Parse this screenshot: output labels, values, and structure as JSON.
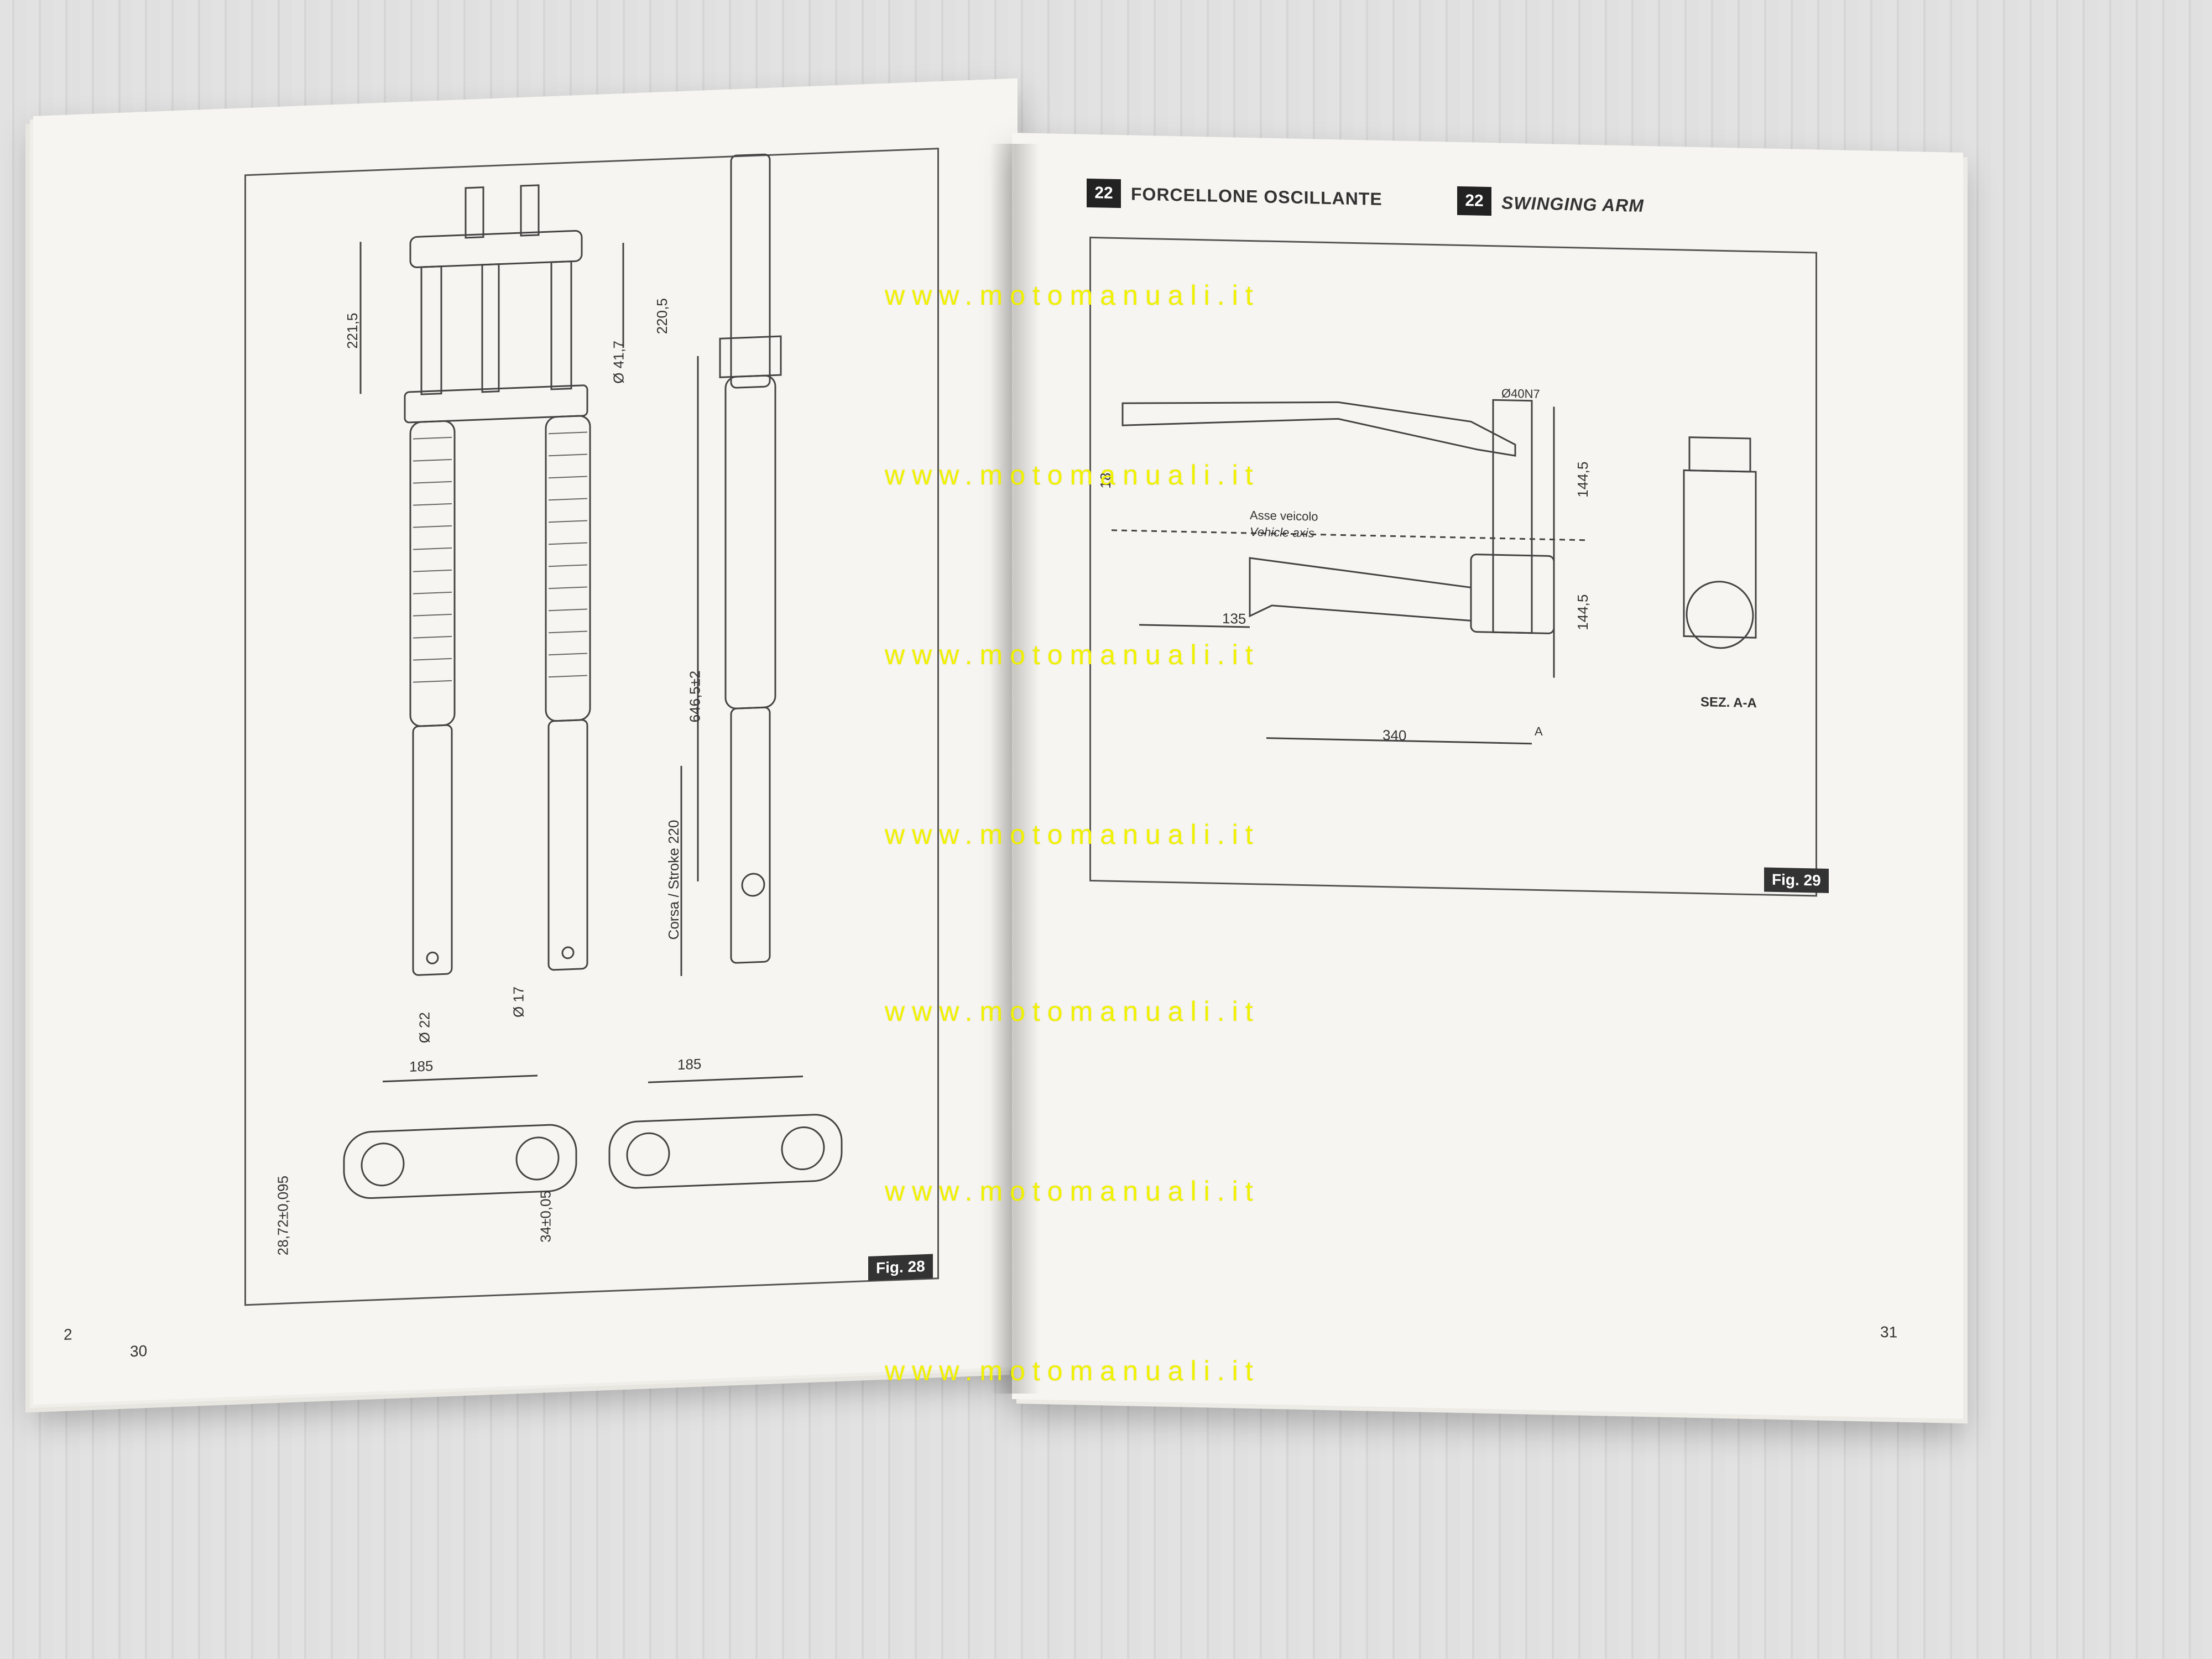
{
  "left_page": {
    "figure_label": "Fig. 28",
    "page_number": "30",
    "edge_number": "2",
    "dimensions": {
      "top_height": "221,5",
      "top_height_right": "220,5",
      "tube_diameter": "Ø 41,7",
      "total_length": "646,5±2",
      "stroke": "Corsa / Stroke 220",
      "axle_diameter_left": "Ø 22",
      "axle_diameter_right": "Ø 17",
      "clamp_width_left": "185",
      "clamp_width_right": "185",
      "clamp_height_left": "28,72±0,095",
      "clamp_height_right": "34±0,05"
    }
  },
  "right_page": {
    "section_number": "22",
    "title_it": "FORCELLONE OSCILLANTE",
    "title_en": "SWINGING ARM",
    "figure_label": "Fig. 29",
    "page_number": "31",
    "dimensions": {
      "pivot_diameter": "Ø40N7",
      "upper_height": "144,5",
      "lower_height": "144,5",
      "length_a": "135",
      "length_b": "340",
      "offset": "18",
      "section_label": "SEZ. A-A",
      "axis_it": "Asse veicolo",
      "axis_en": "Vehicle axis",
      "marker_a": "A"
    }
  },
  "watermark": "www.motomanuali.it"
}
